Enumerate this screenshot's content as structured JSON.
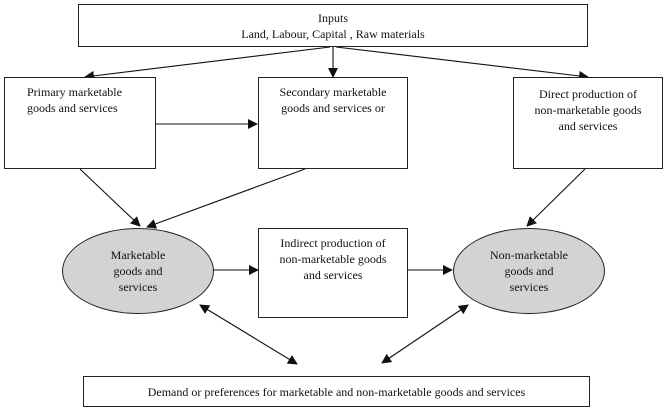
{
  "inputs": {
    "title": "Inputs",
    "detail": "Land, Labour, Capital , Raw materials"
  },
  "primary": {
    "line1": "Primary marketable",
    "line2": "goods and services"
  },
  "secondary": {
    "line1": "Secondary marketable",
    "line2": "goods and services or"
  },
  "direct": {
    "line1": "Direct production of",
    "line2": "non-marketable goods",
    "line3": "and services"
  },
  "marketable": {
    "line1": "Marketable",
    "line2": "goods and",
    "line3": "services"
  },
  "indirect": {
    "line1": "Indirect production of",
    "line2": "non-marketable goods",
    "line3": "and services"
  },
  "nonmarketable": {
    "line1": "Non-marketable",
    "line2": "goods and",
    "line3": "services"
  },
  "demand": {
    "label": "Demand or preferences for marketable and non-marketable goods and services"
  }
}
